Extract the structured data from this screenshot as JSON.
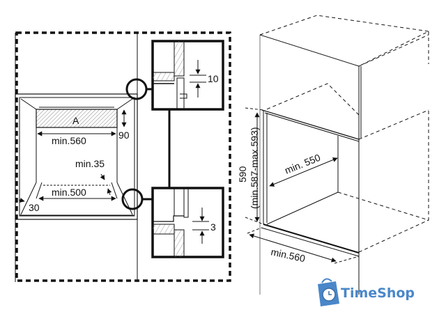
{
  "front_view": {
    "zone_label": "A",
    "width_top": "min.560",
    "height_top": "90",
    "gap_side": "min.35",
    "width_bottom": "min.500",
    "angle": "30"
  },
  "detail_top": {
    "gap": "10"
  },
  "detail_bottom": {
    "gap": "3"
  },
  "iso_view": {
    "height": "590",
    "height_range": "(min.587-max.593)",
    "depth": "min. 550",
    "width": "min.560"
  },
  "watermark": {
    "text": "TimeShop",
    "color": "#4a87c9"
  }
}
